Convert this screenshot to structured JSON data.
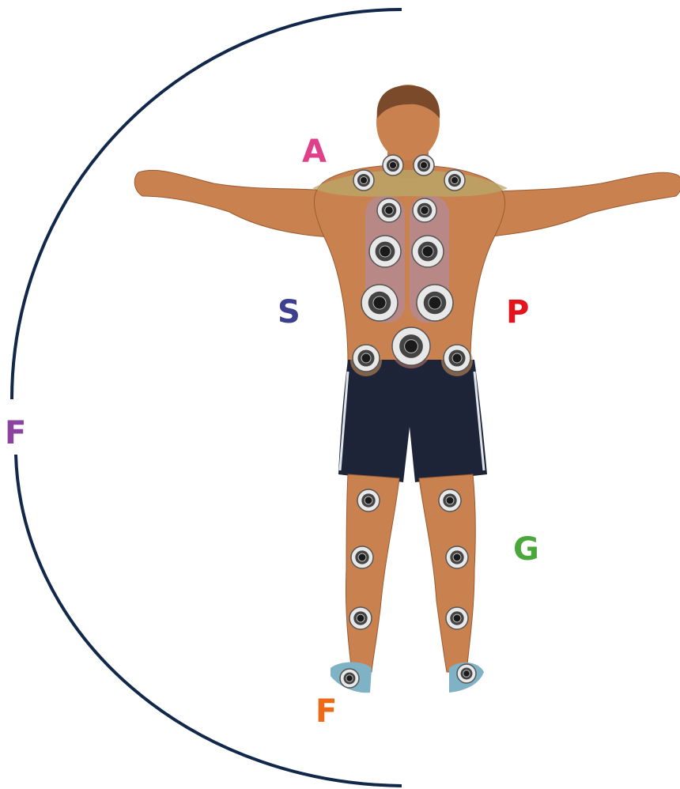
{
  "labels": {
    "a": {
      "text": "A",
      "color": "#e0408a"
    },
    "s": {
      "text": "S",
      "color": "#3d3f8f"
    },
    "p": {
      "text": "P",
      "color": "#e2151f"
    },
    "f_side": {
      "text": "F",
      "color": "#8a44a0"
    },
    "g": {
      "text": "G",
      "color": "#4aa83a"
    },
    "f_bottom": {
      "text": "F",
      "color": "#ef6a17"
    }
  },
  "colors": {
    "arc": "#12284a",
    "skin": "#c9824f",
    "skin_shadow": "#9b5a31",
    "hair": "#7a4a2a",
    "shorts": "#1d2438",
    "shorts_stripe": "#dfe3ea",
    "sock": "#7fb2c4",
    "shoulder_zone": "#b8a86a",
    "spine_zone": "#b08aa0",
    "pelvis_zone": "#c48a55",
    "sensor_ring": "#e8e8e8",
    "sensor_core": "#1a1a1a"
  },
  "figure": {
    "description_icon": "human-back-figure-icon",
    "sensor_icon": "sensor-pad-icon"
  }
}
